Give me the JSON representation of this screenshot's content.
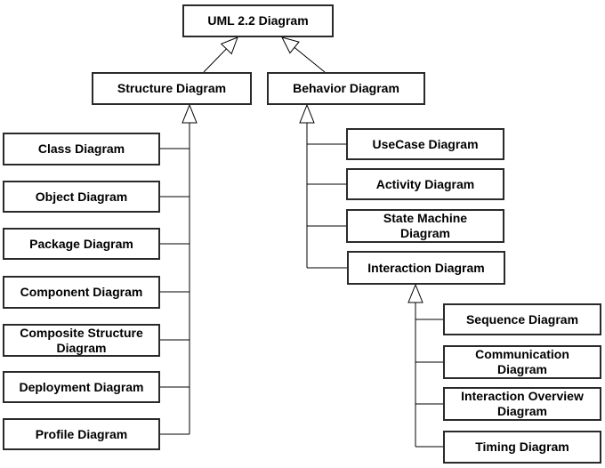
{
  "diagram": {
    "type": "uml-class-hierarchy",
    "edge_type": "generalization (hollow triangle arrows pointing to parent)",
    "colors": {
      "background": "#ffffff",
      "box_fill": "#ffffff",
      "box_border": "#2a2a2a",
      "connector": "#000000",
      "text": "#000000"
    },
    "nodes": {
      "uml": {
        "label": "UML 2.2 Diagram",
        "lines": [
          "UML 2.2 Diagram"
        ]
      },
      "structure": {
        "label": "Structure Diagram",
        "lines": [
          "Structure Diagram"
        ]
      },
      "behavior": {
        "label": "Behavior Diagram",
        "lines": [
          "Behavior Diagram"
        ]
      },
      "class": {
        "label": "Class Diagram",
        "lines": [
          "Class Diagram"
        ]
      },
      "object": {
        "label": "Object Diagram",
        "lines": [
          "Object Diagram"
        ]
      },
      "package": {
        "label": "Package Diagram",
        "lines": [
          "Package Diagram"
        ]
      },
      "component": {
        "label": "Component Diagram",
        "lines": [
          "Component Diagram"
        ]
      },
      "composite": {
        "label": "Composite Structure Diagram",
        "lines": [
          "Composite Structure",
          "Diagram"
        ]
      },
      "deployment": {
        "label": "Deployment Diagram",
        "lines": [
          "Deployment Diagram"
        ]
      },
      "profile": {
        "label": "Profile Diagram",
        "lines": [
          "Profile Diagram"
        ]
      },
      "usecase": {
        "label": "UseCase Diagram",
        "lines": [
          "UseCase Diagram"
        ]
      },
      "activity": {
        "label": "Activity Diagram",
        "lines": [
          "Activity Diagram"
        ]
      },
      "statemachine": {
        "label": "State Machine Diagram",
        "lines": [
          "State Machine",
          "Diagram"
        ]
      },
      "interaction": {
        "label": "Interaction Diagram",
        "lines": [
          "Interaction Diagram"
        ]
      },
      "sequence": {
        "label": "Sequence Diagram",
        "lines": [
          "Sequence Diagram"
        ]
      },
      "communication": {
        "label": "Communication Diagram",
        "lines": [
          "Communication",
          "Diagram"
        ]
      },
      "interactionoverview": {
        "label": "Interaction Overview Diagram",
        "lines": [
          "Interaction Overview",
          "Diagram"
        ]
      },
      "timing": {
        "label": "Timing Diagram",
        "lines": [
          "Timing Diagram"
        ]
      }
    },
    "hierarchy": {
      "UML 2.2 Diagram": [
        "Structure Diagram",
        "Behavior Diagram"
      ],
      "Structure Diagram": [
        "Class Diagram",
        "Object Diagram",
        "Package Diagram",
        "Component Diagram",
        "Composite Structure Diagram",
        "Deployment Diagram",
        "Profile Diagram"
      ],
      "Behavior Diagram": [
        "UseCase Diagram",
        "Activity Diagram",
        "State Machine Diagram",
        "Interaction Diagram"
      ],
      "Interaction Diagram": [
        "Sequence Diagram",
        "Communication Diagram",
        "Interaction Overview Diagram",
        "Timing Diagram"
      ]
    }
  }
}
